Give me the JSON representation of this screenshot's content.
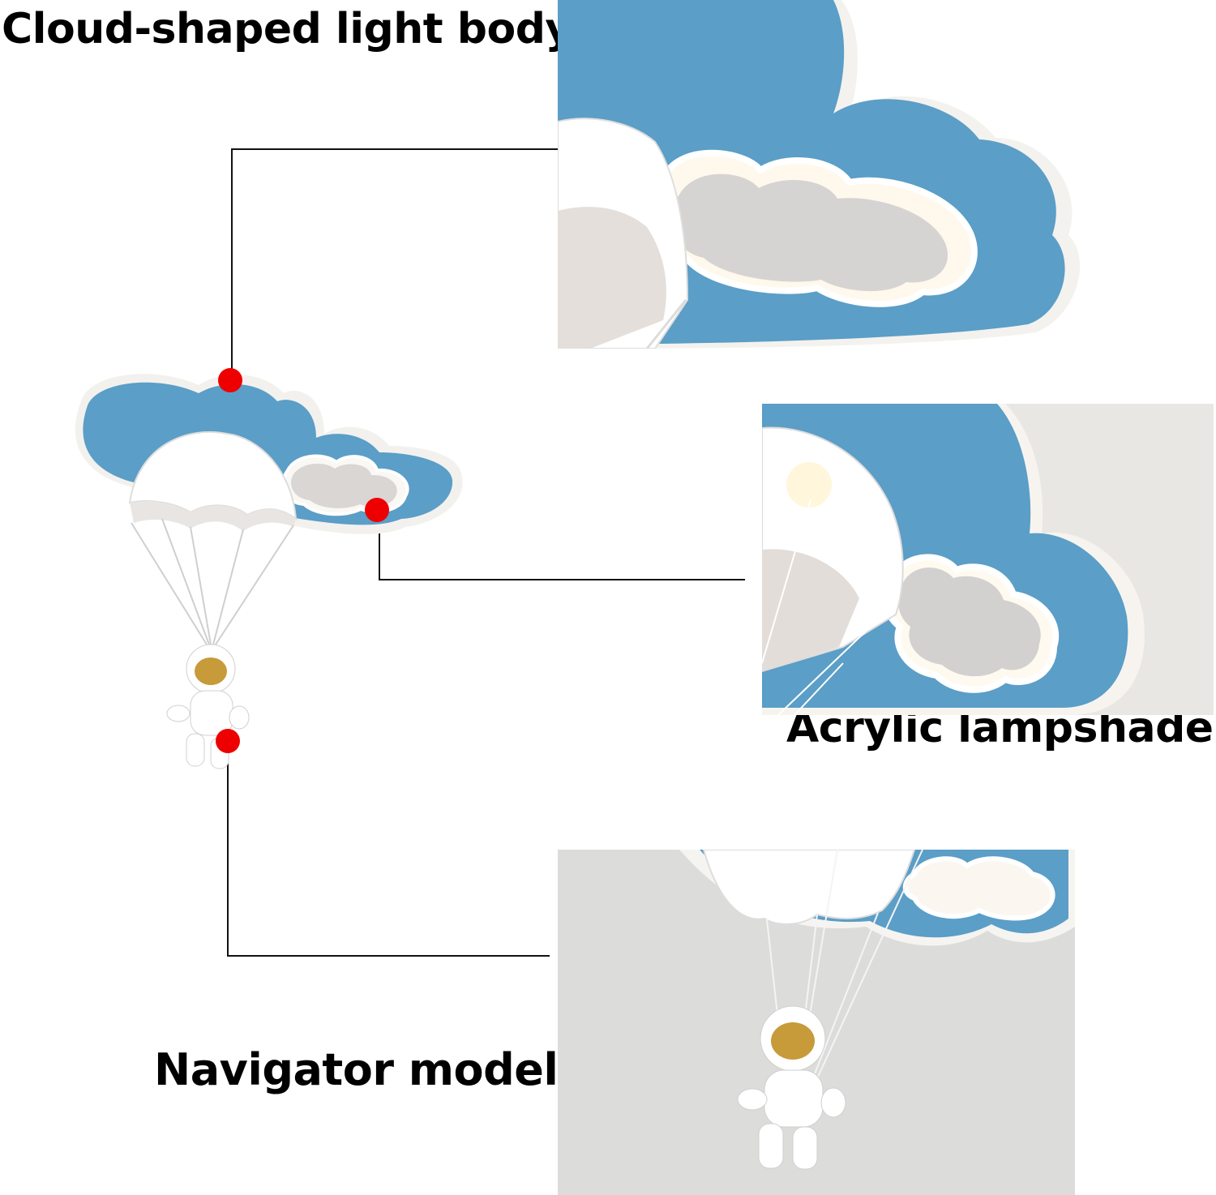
{
  "labels": {
    "light_body": "Cloud-shaped light body",
    "lampshade": "Acrylic lampshade",
    "navigator": "Navigator model"
  },
  "colors": {
    "cloud_blue": "#5b9ec7",
    "marker_red": "#ee0000",
    "leader_line": "#111111",
    "helmet_gold": "#c79a3a"
  },
  "icons": {
    "marker": "red-dot-marker",
    "lamp": "cloud-lamp-with-parachute-astronaut"
  }
}
